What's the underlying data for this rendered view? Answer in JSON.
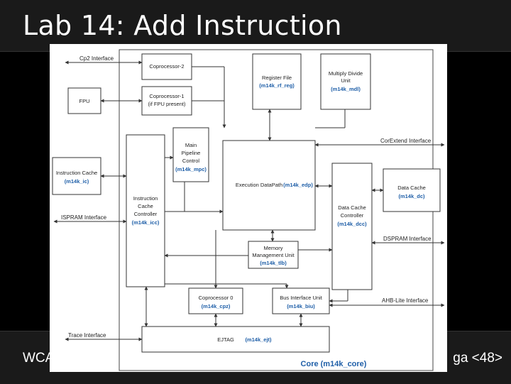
{
  "slide": {
    "title": "Lab 14: Add Instruction",
    "footer_left": "WCA",
    "footer_right": "ga <48>"
  },
  "diagram": {
    "interfaces": {
      "cp2": "Cp2 Interface",
      "corextend": "CorExtend Interface",
      "isram": "ISPRAM Interface",
      "dspram": "DSPRAM Interface",
      "ahb": "AHB-Lite Interface",
      "trace": "Trace Interface"
    },
    "blocks": {
      "cop2": {
        "l1": "Coprocessor-2"
      },
      "fpu": {
        "l1": "FPU"
      },
      "cop1": {
        "l1": "Coprocessor-1",
        "l2": "(if FPU present)"
      },
      "regfile": {
        "l1": "Register File",
        "mod": "(m14k_rf_reg)"
      },
      "mdu": {
        "l1": "Multiply Divide",
        "l2": "Unit",
        "mod": "(m14k_mdl)"
      },
      "mpc": {
        "l1": "Main",
        "l2": "Pipeline",
        "l3": "Control",
        "mod": "(m14k_mpc)"
      },
      "icache": {
        "l1": "Instruction Cache",
        "mod": "(m14k_ic)"
      },
      "icc": {
        "l1": "Instruction",
        "l2": "Cache",
        "l3": "Controller",
        "mod": "(m14k_icc)"
      },
      "edp": {
        "l1": "Execution DataPath",
        "mod": "(m14k_edp)"
      },
      "dcc": {
        "l1": "Data Cache",
        "l2": "Controller",
        "mod": "(m14k_dcc)"
      },
      "dcache": {
        "l1": "Data Cache",
        "mod": "(m14k_dc)"
      },
      "tlb": {
        "l1": "Memory",
        "l2": "Management Unit",
        "mod": "(m14k_tlb)"
      },
      "cp0": {
        "l1": "Coprocessor 0",
        "mod": "(m14k_cpz)"
      },
      "biu": {
        "l1": "Bus Interface Unit",
        "mod": "(m14k_biu)"
      },
      "ejtag": {
        "l1": "EJTAG",
        "mod": "(m14k_ejt)"
      }
    },
    "core_label": "Core (m14k_core)"
  }
}
